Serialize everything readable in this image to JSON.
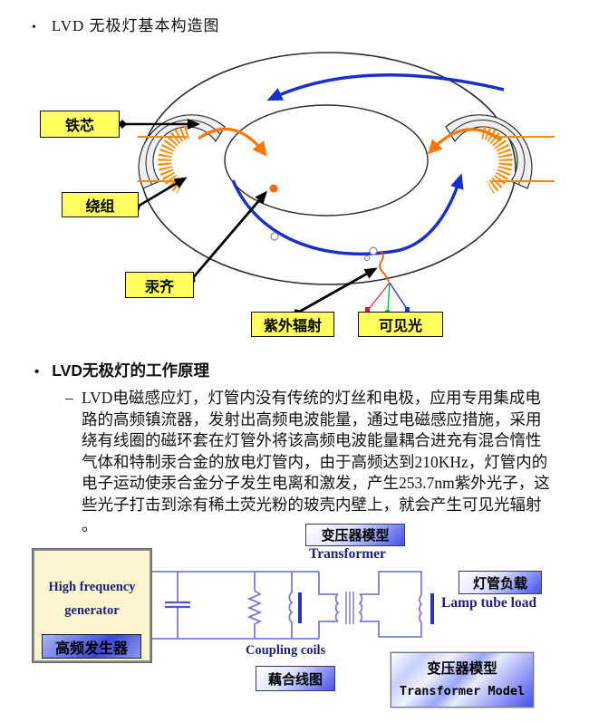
{
  "colors": {
    "label_yellow": "#FFFF5E",
    "accent_orange": "#FF7700",
    "arrow_blue": "#1A2FD0",
    "wire_blue": "#7B7BD4",
    "navy_text": "#1F2277",
    "gradient_blue": "#4450EC",
    "generator_fill": "#FBF5CF"
  },
  "structure_section": {
    "bullet": "•",
    "title": "LVD 无极灯基本构造图"
  },
  "lamp_labels": {
    "iron_core": "铁芯",
    "winding": "绕组",
    "amalgam": "汞齐",
    "uv_radiation": "紫外辐射",
    "visible_light": "可见光"
  },
  "principle_section": {
    "bullet": "•",
    "title": "LVD无极灯的工作原理",
    "dash": "–",
    "lines": [
      "LVD电磁感应灯，灯管内没有传统的灯丝和电极，应用专用集成电",
      "路的高频镇流器，发射出高频电波能量，通过电磁感应措施，采用",
      "绕有线圈的磁环套在灯管外将该高频电波能量耦合进充有混合惰性",
      "气体和特制汞合金的放电灯管内，由于高频达到210KHz，灯管内的",
      "电子运动使汞合金分子发生电离和激发，产生253.7nm紫外光子，这",
      "些光子打击到涂有稀土荧光粉的玻壳内壁上，就会产生可见光辐射",
      "。"
    ]
  },
  "circuit": {
    "transformer_model_cn_top": "变压器模型",
    "transformer_en": "Transformer",
    "generator_line1": "High frequency",
    "generator_line2": "generator",
    "generator_cn": "高频发生器",
    "lamp_load_cn": "灯管负载",
    "lamp_load_en": "Lamp tube load",
    "coupling_coils_en": "Coupling coils",
    "coupling_coils_cn": "藕合线图",
    "model_box_cn": "变压器模型",
    "model_box_en": "Transformer Model"
  }
}
